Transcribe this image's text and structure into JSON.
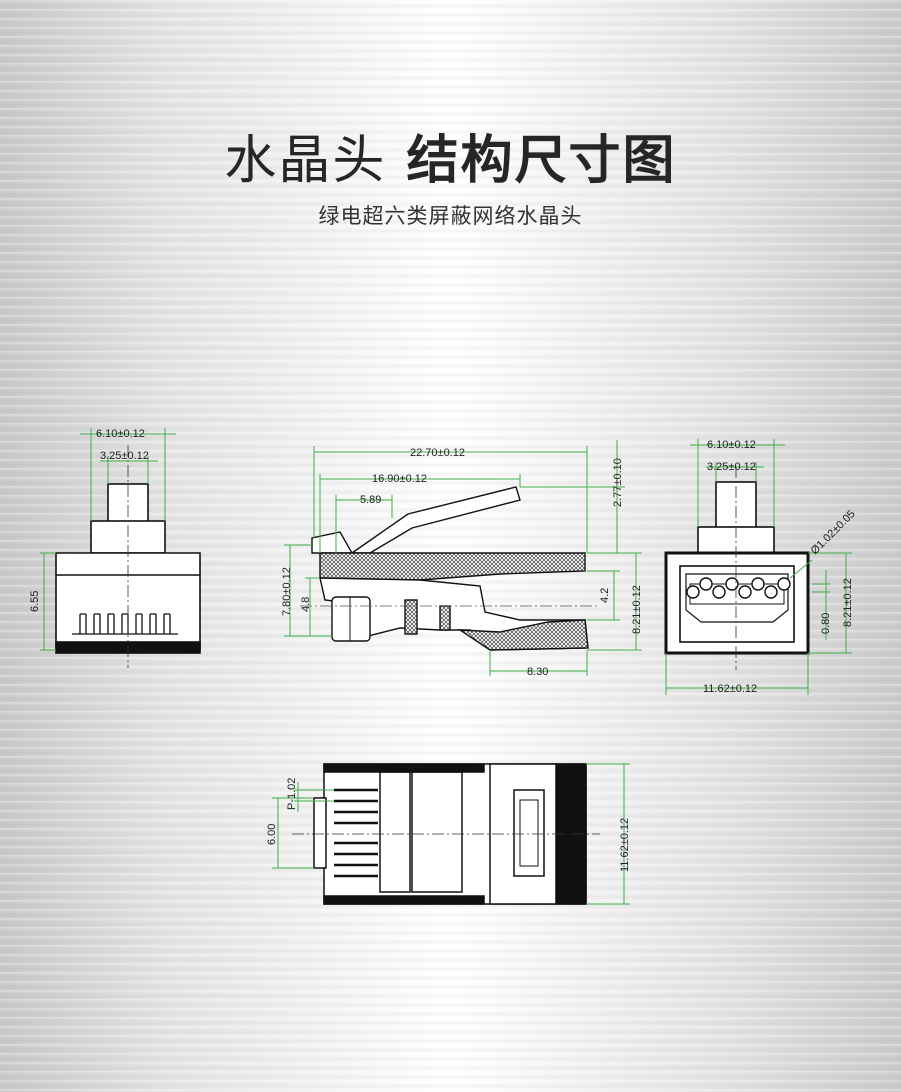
{
  "header": {
    "title_light": "水晶头",
    "title_bold": "结构尺寸图",
    "subtitle": "绿电超六类屏蔽网络水晶头"
  },
  "colors": {
    "dimension_line": "#3fae49",
    "outline": "#111111",
    "text": "#262626"
  },
  "dims": {
    "front_width_outer": "6.10±0.12",
    "front_width_inner": "3.25±0.12",
    "front_height": "6.55",
    "side_length": "22.70±0.12",
    "side_latch_length": "16.90±0.12",
    "side_latch_short": "5.89",
    "side_latch_height": "2.77±0.10",
    "side_total_height": "7.80±0.12",
    "side_body_height": "4.8",
    "side_inner_height": "4.2",
    "side_rear_height": "8.21±0.12",
    "side_bottom_length": "8.30",
    "rear_width_outer": "6.10±0.12",
    "rear_width_inner": "3.25±0.12",
    "rear_hole_diameter": "Ø1.02±0.05",
    "rear_pitch": "0.80",
    "rear_height": "8.21±0.12",
    "rear_width": "11.62±0.12",
    "top_pitch": "P-1.02",
    "top_contact_span": "6.00",
    "top_width": "11.62±0.12"
  }
}
